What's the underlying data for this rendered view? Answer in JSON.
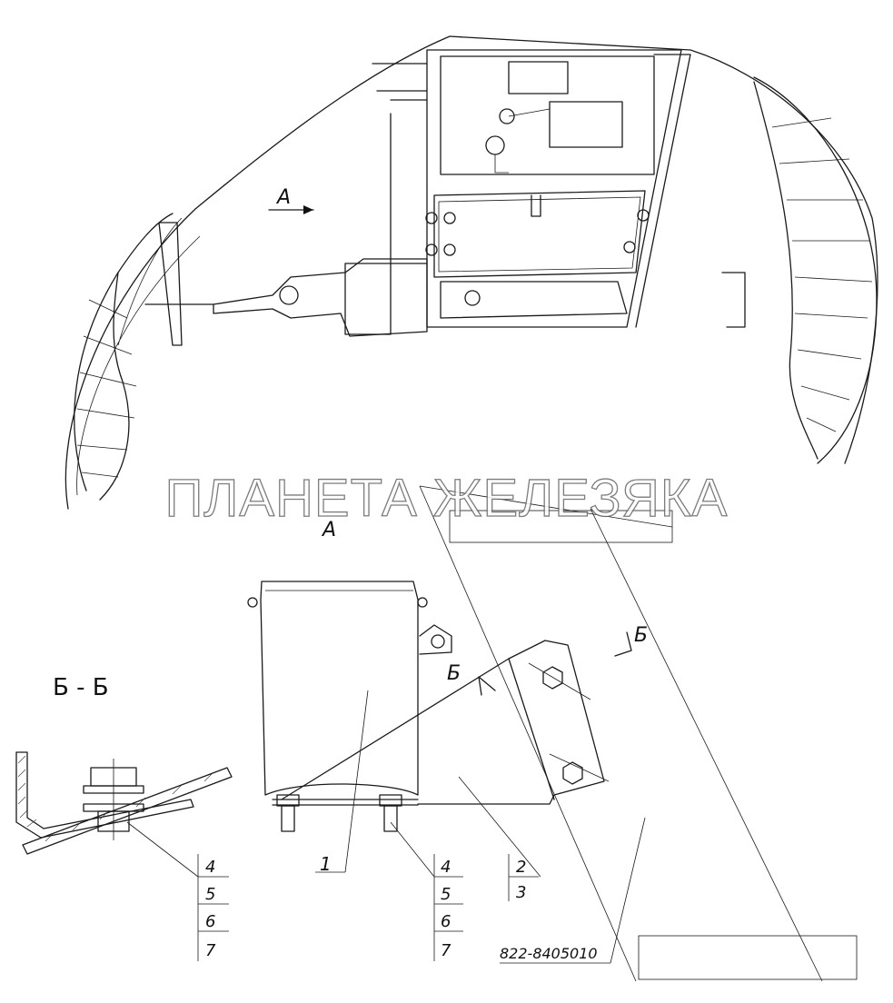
{
  "view_labels": {
    "view_a_arrow": "А",
    "view_a_title": "А",
    "section_title": "Б - Б",
    "section_mark_left": "Б",
    "section_mark_right": "Б"
  },
  "callouts": {
    "part_1": "1",
    "col_mid": [
      "2",
      "3"
    ],
    "col_right": [
      "4",
      "5",
      "6",
      "7"
    ],
    "col_left": [
      "4",
      "5",
      "6",
      "7"
    ]
  },
  "doc_number": "822-8405010",
  "watermark": "ПЛАНЕТА ЖЕЛЕЗЯКА"
}
